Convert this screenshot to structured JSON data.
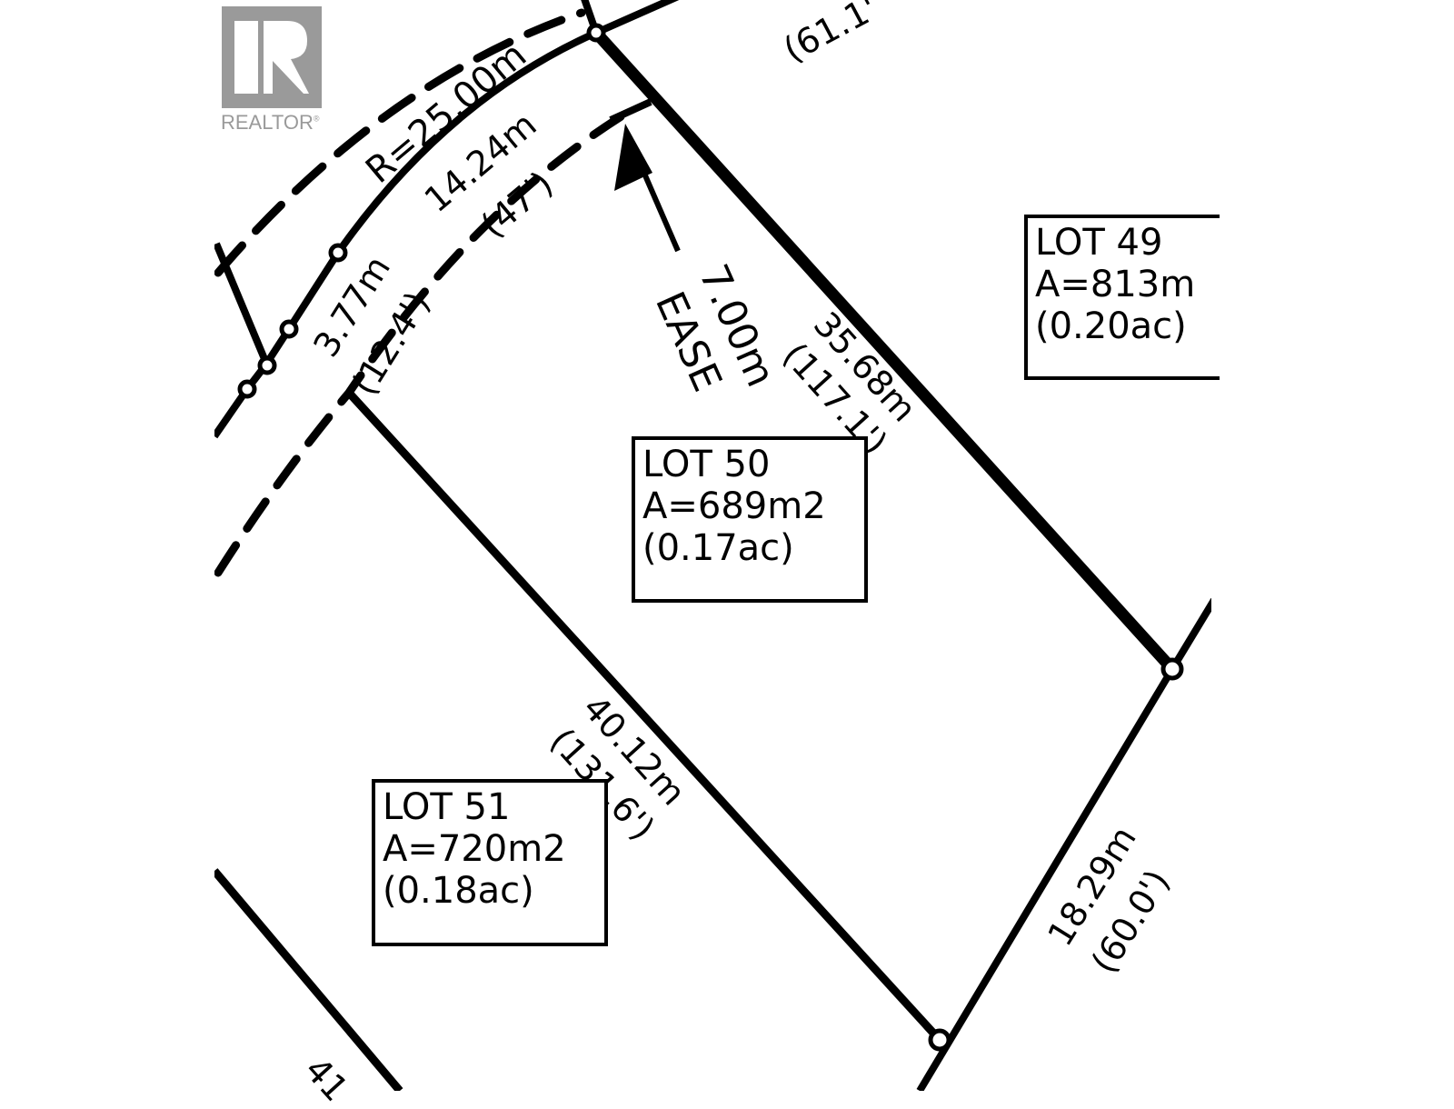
{
  "logo": {
    "text": "REALTOR",
    "registered": "®",
    "color": "#9a9a9a"
  },
  "lots": [
    {
      "id": "lot-49",
      "name": "LOT 49",
      "area": "A=813m",
      "acres": "(0.20ac)"
    },
    {
      "id": "lot-50",
      "name": "LOT 50",
      "area": "A=689m2",
      "acres": "(0.17ac)"
    },
    {
      "id": "lot-51",
      "name": "LOT 51",
      "area": "A=720m2",
      "acres": "(0.18ac)"
    }
  ],
  "dimensions": {
    "curve_radius": "R=25.00m",
    "arc_length": "14.24m",
    "arc_length_ft": "(47')",
    "short_arc": "3.77m",
    "short_arc_ft": "(12.4')",
    "top_partial_ft": "(61.1'",
    "easement_width": "7.00m",
    "easement_label": "EASE",
    "lot50_side": "35.68m",
    "lot50_side_ft": "(117.1')",
    "lot51_side": "40.12m",
    "lot51_side_ft": "(131.6')",
    "rear_line": "18.29m",
    "rear_line_ft": "(60.0')",
    "bottom_partial": "41",
    "left_partial_ft": "(' "
  },
  "colors": {
    "line": "#000000",
    "background": "#ffffff",
    "logo": "#9a9a9a"
  }
}
